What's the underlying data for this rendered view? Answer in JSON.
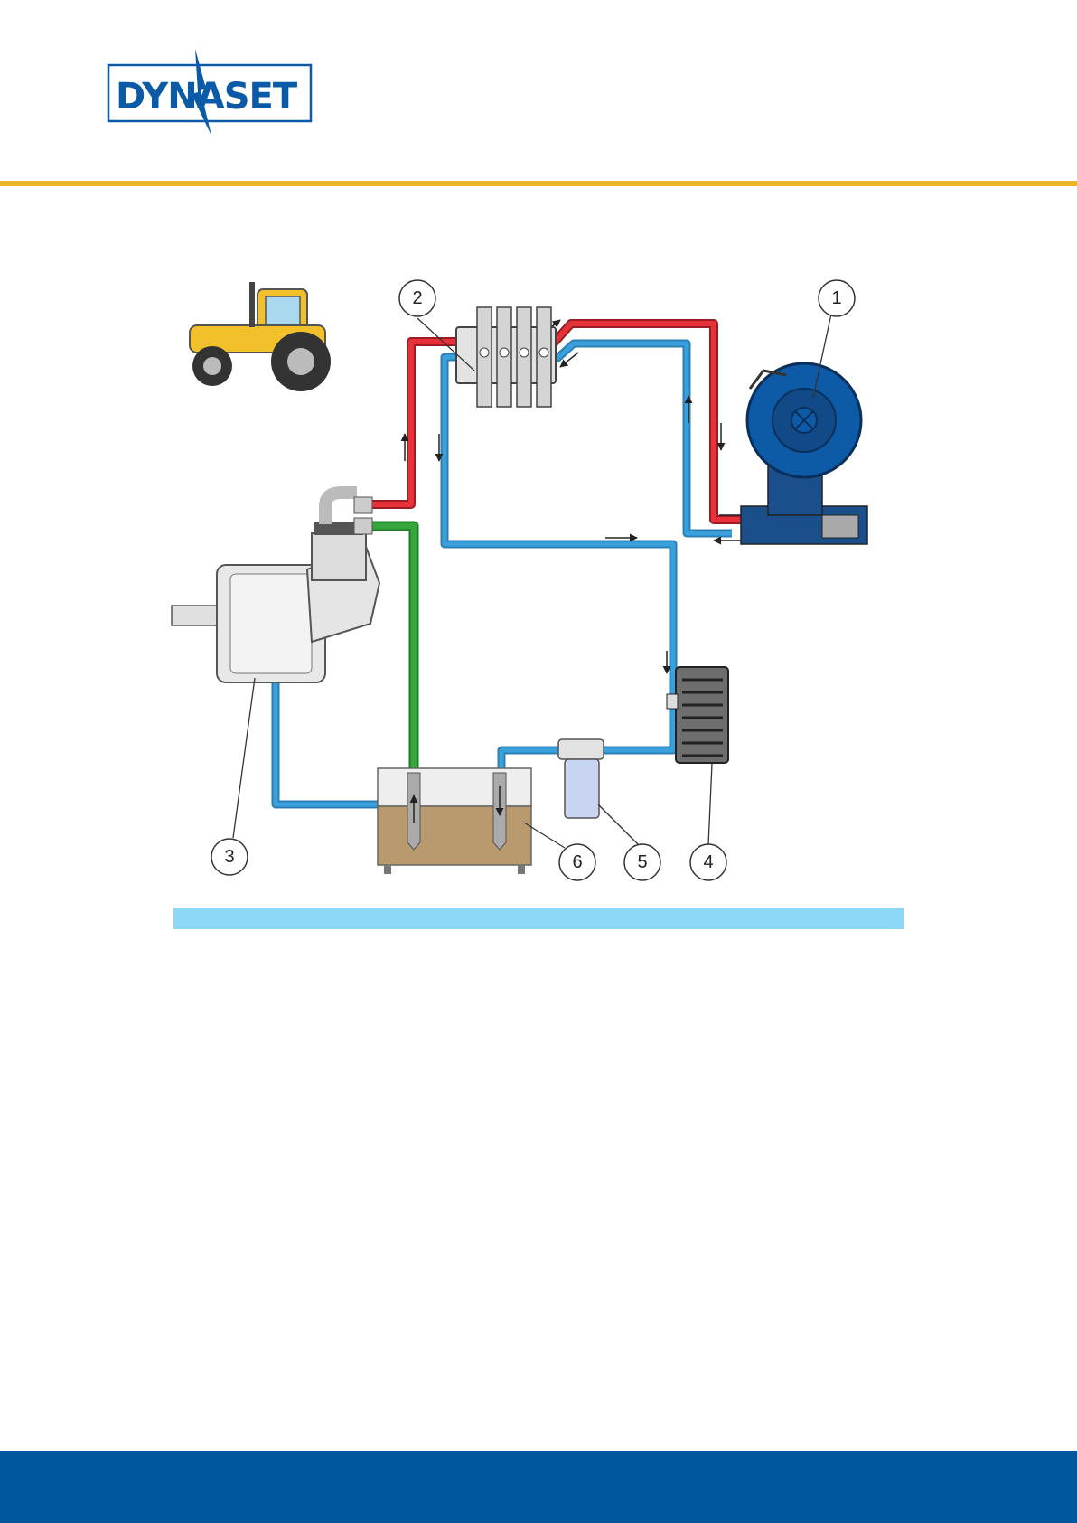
{
  "brand": {
    "logo_text": "DYNASET",
    "color_primary": "#0b5aa8",
    "color_accent": "#f0b22f"
  },
  "diagram": {
    "callouts": [
      {
        "id": "1"
      },
      {
        "id": "2"
      },
      {
        "id": "3"
      },
      {
        "id": "4"
      },
      {
        "id": "5"
      },
      {
        "id": "6"
      }
    ],
    "colors": {
      "pressure_line": "#e8323a",
      "return_line": "#3aa0dc",
      "suction_line": "#34a63c",
      "oil": "#b89a6e",
      "reel": "#0d5aa6"
    },
    "icons": [
      "tractor-icon",
      "hose-reel-icon",
      "control-valve-icon",
      "hydraulic-pump-icon",
      "oil-cooler-icon",
      "oil-filter-icon",
      "oil-tank-icon"
    ]
  }
}
